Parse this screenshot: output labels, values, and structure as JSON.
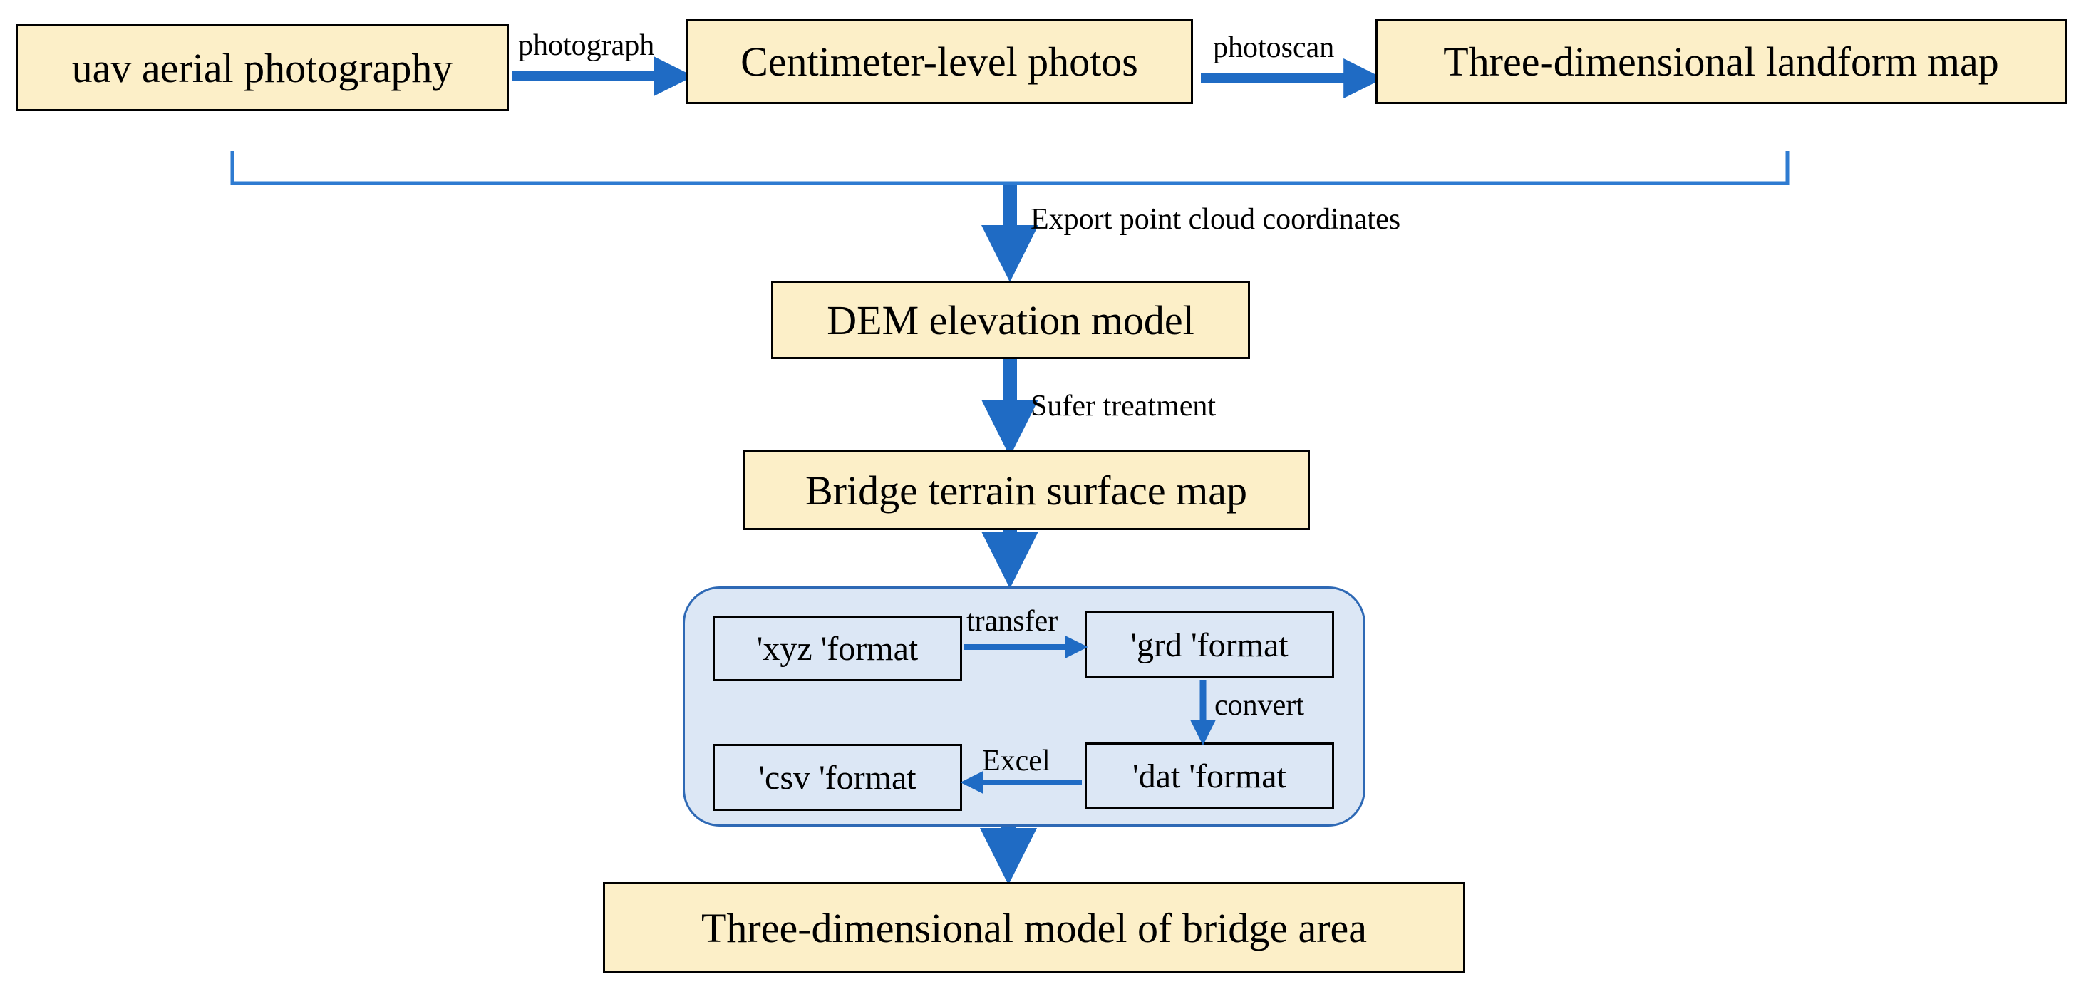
{
  "colors": {
    "box_fill": "#fcefc8",
    "group_fill": "#dce7f5",
    "group_border": "#2e69b5",
    "arrow": "#1f6bc4"
  },
  "nodes": {
    "uav": "uav aerial photography",
    "photos": "Centimeter-level photos",
    "landform": "Three-dimensional landform map",
    "dem": "DEM elevation model",
    "surface": "Bridge terrain surface map",
    "xyz": "'xyz 'format",
    "grd": "'grd 'format",
    "dat": "'dat 'format",
    "csv": "'csv 'format",
    "model": "Three-dimensional model of bridge area"
  },
  "edges": {
    "photograph": "photograph",
    "photoscan": "photoscan",
    "export": "Export point cloud coordinates",
    "sufer": "Sufer treatment",
    "transfer": "transfer",
    "convert": "convert",
    "excel": "Excel"
  }
}
